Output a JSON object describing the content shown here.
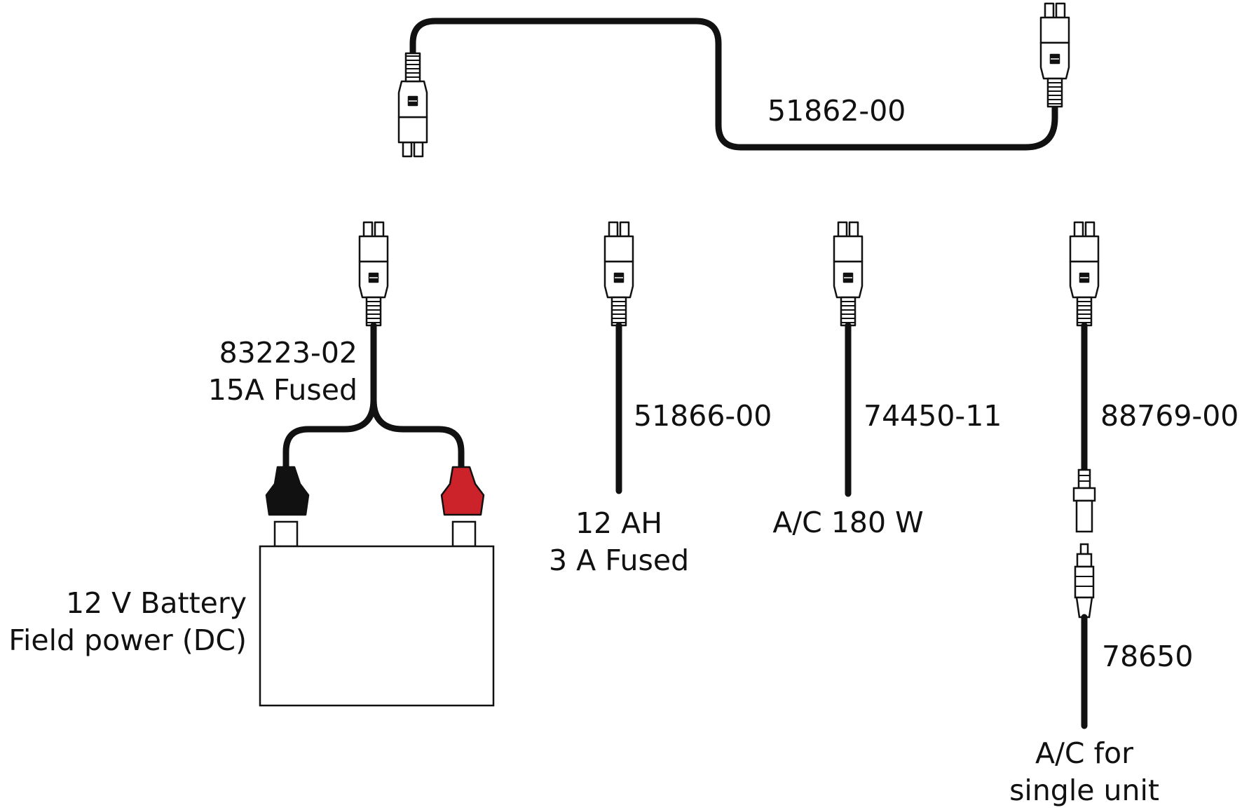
{
  "labels": {
    "extension_cable": "51862-00",
    "battery_cable_part": "83223-02",
    "battery_cable_note": "15A Fused",
    "battery_line1": "12 V Battery",
    "battery_line2": "Field power (DC)",
    "cable_12ah_part": "51866-00",
    "cable_12ah_line1": "12 AH",
    "cable_12ah_line2": "3 A Fused",
    "cable_ac180_part": "74450-11",
    "cable_ac180_desc": "A/C 180 W",
    "cable_adapter_part": "88769-00",
    "cable_single_part": "78650",
    "single_unit_line1": "A/C for",
    "single_unit_line2": "single unit"
  },
  "colors": {
    "wire": "#111111",
    "clip_black": "#111111",
    "clip_red": "#cc2229",
    "outline": "#111111"
  }
}
